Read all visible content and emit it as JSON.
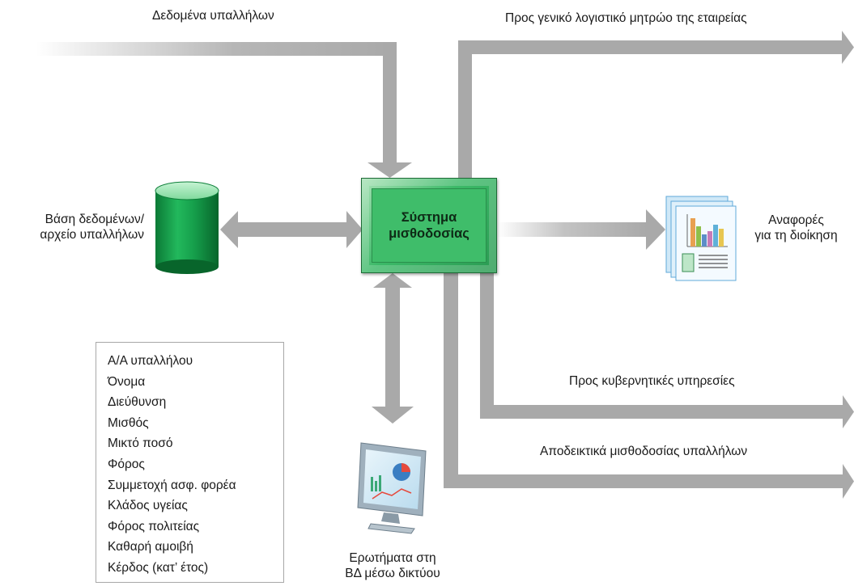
{
  "labels": {
    "employee_data": "Δεδομένα υπαλλήλων",
    "general_ledger": "Προς γενικό λογιστικό μητρώο της εταιρείας",
    "database_line1": "Βάση δεδομένων/",
    "database_line2": "αρχείο υπαλλήλων",
    "reports_line1": "Αναφορές",
    "reports_line2": "για τη διοίκηση",
    "government": "Προς κυβερνητικές υπηρεσίες",
    "paychecks": "Αποδεικτικά μισθοδοσίας υπαλλήλων",
    "queries_line1": "Ερωτήματα στη",
    "queries_line2": "ΒΔ μέσω δικτύου"
  },
  "system": {
    "line1": "Σύστημα",
    "line2": "μισθοδοσίας"
  },
  "fields": [
    "Α/Α υπαλλήλου",
    "Όνομα",
    "Διεύθυνση",
    "Μισθός",
    "Μικτό ποσό",
    "Φόρος",
    "Συμμετοχή ασφ. φορέα",
    "Κλάδος υγείας",
    "Φόρος πολιτείας",
    "Καθαρή αμοιβή",
    "Κέρδος (κατ’ έτος)"
  ],
  "colors": {
    "arrow": "#a9a9a9",
    "system_fill": "#3fbd6a",
    "database_fill": "#16a04c",
    "text": "#1a1a1a"
  }
}
